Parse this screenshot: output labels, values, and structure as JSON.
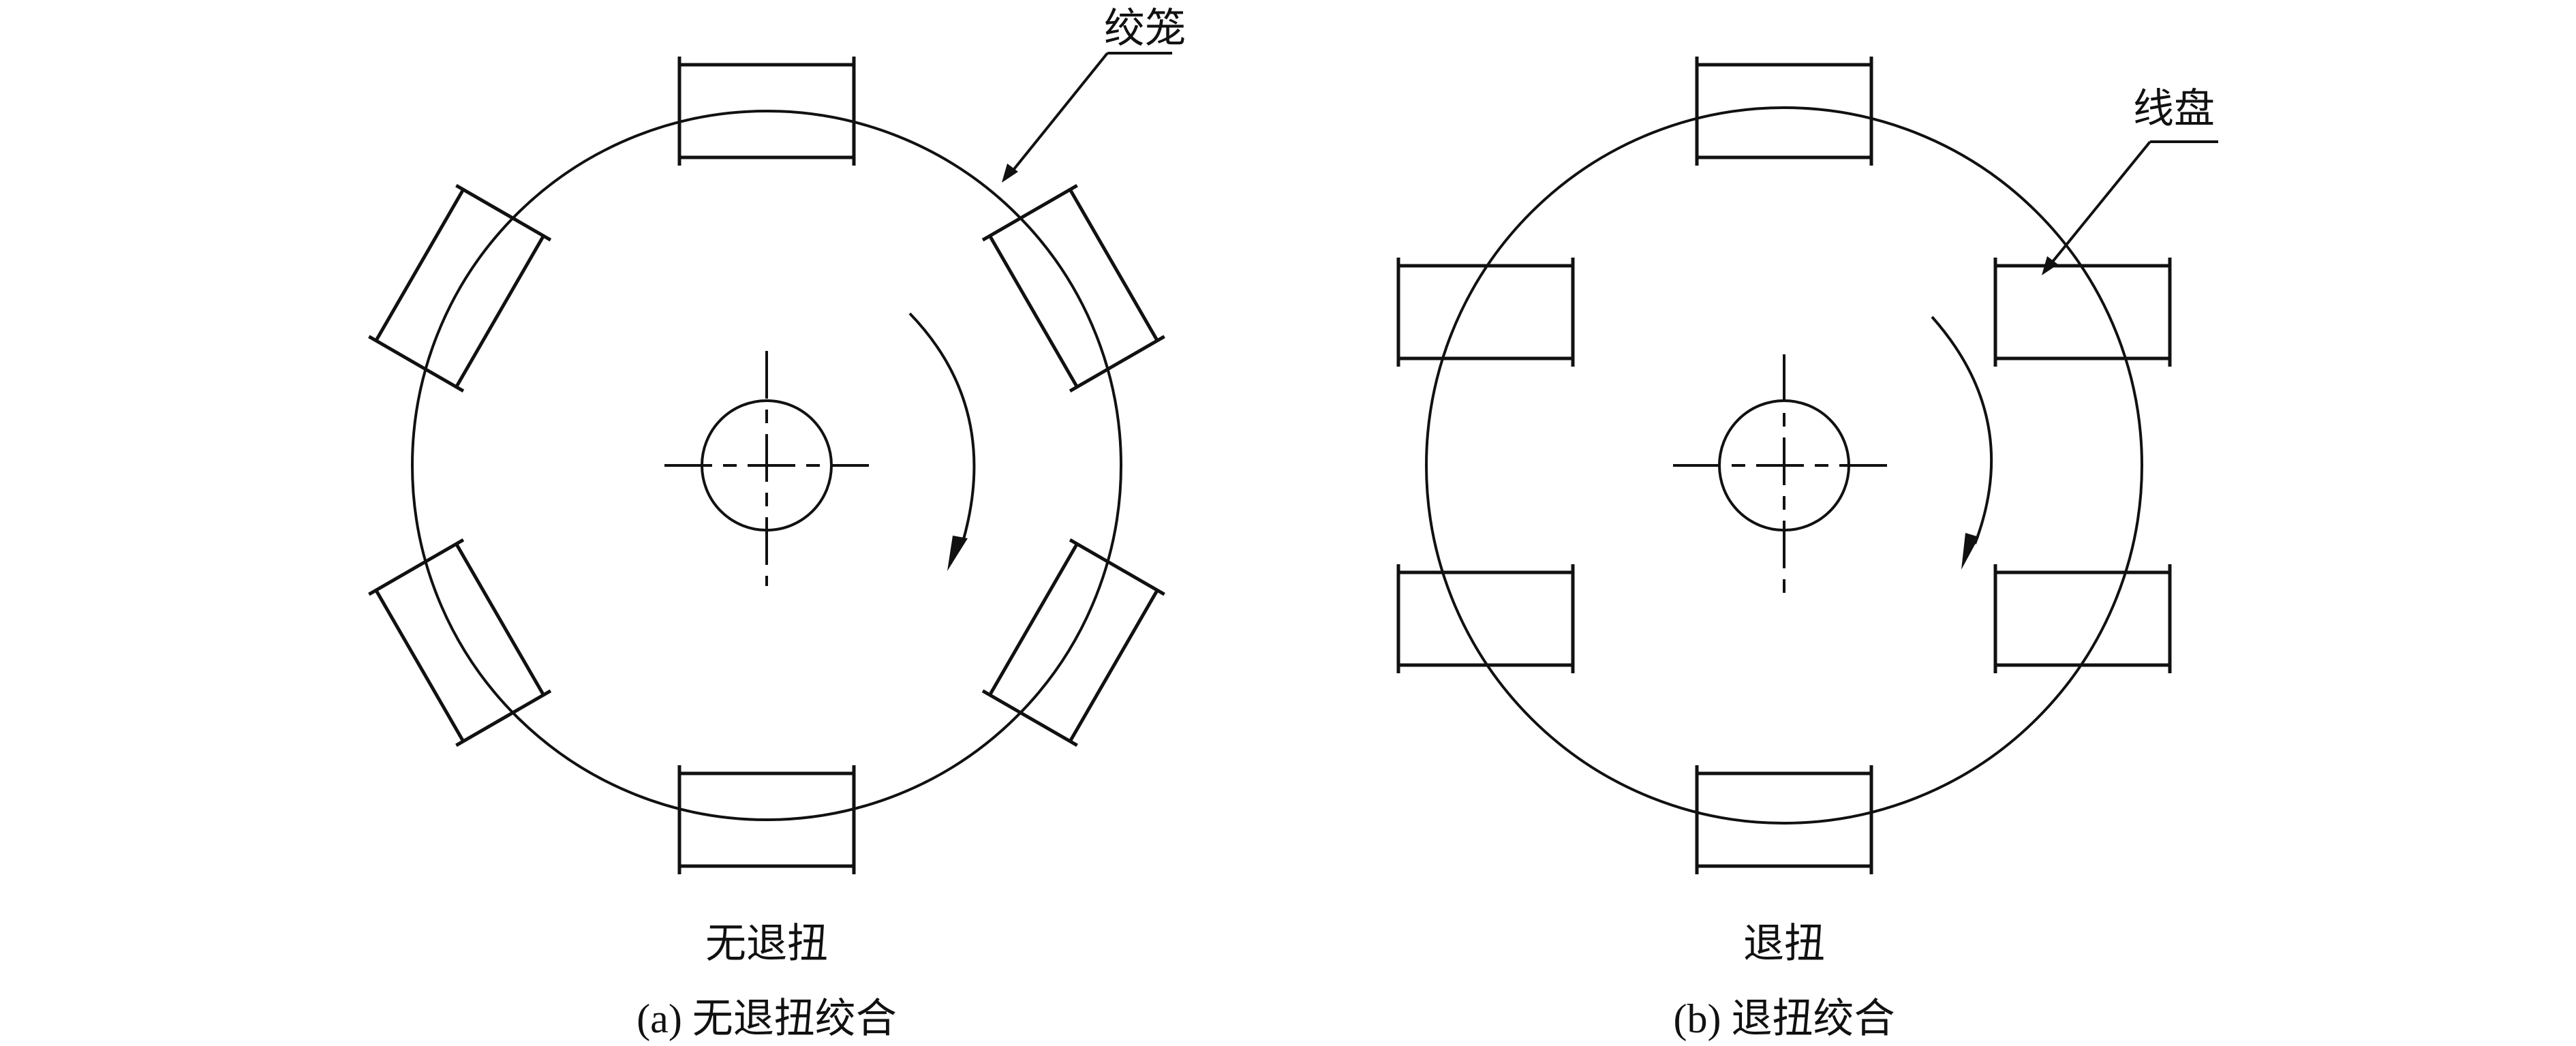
{
  "panels": [
    {
      "id": "a",
      "annotation": "绞笼",
      "state_label": "无退扭",
      "caption": "(a) 无退扭绞合"
    },
    {
      "id": "b",
      "annotation": "线盘",
      "state_label": "退扭",
      "caption": "(b) 退扭绞合"
    }
  ]
}
